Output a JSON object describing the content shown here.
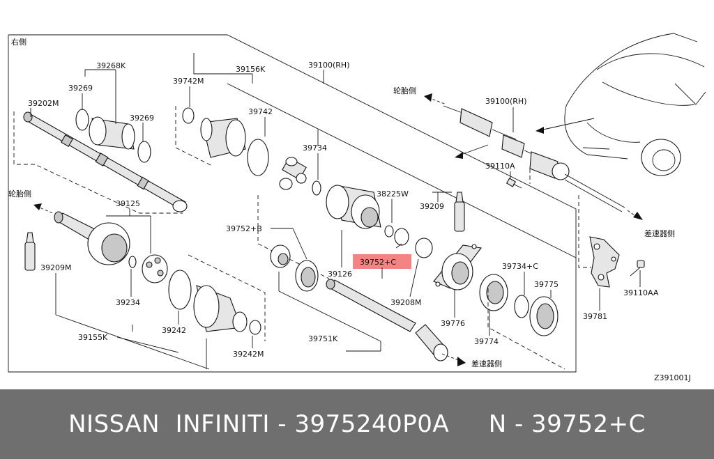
{
  "diagram": {
    "section_label": "右側",
    "code": "Z391001J",
    "direction_labels": {
      "wheel_side_upper": "轮胎侧",
      "wheel_side_left": "轮胎侧",
      "diff_side_right": "差速器侧",
      "diff_side_bottom": "差速器侧"
    },
    "highlight_color": "#f26d6d",
    "parts": {
      "p39100rh": "39100(RH)",
      "p39100rh_car": "39100(RH)",
      "p39156k": "39156K",
      "p39742m": "39742M",
      "p39742": "39742",
      "p39268k": "39268K",
      "p39269a": "39269",
      "p39269b": "39269",
      "p39202m": "39202M",
      "p39734": "39734",
      "p38225w": "38225W",
      "p39209": "39209",
      "p39752b": "39752+B",
      "p39752c": "39752+C",
      "p39126": "39126",
      "p39208m": "39208M",
      "p39776": "39776",
      "p39734c": "39734+C",
      "p39775": "39775",
      "p39774": "39774",
      "p39751k": "39751K",
      "p39125": "39125",
      "p39209m": "39209M",
      "p39234": "39234",
      "p39155k": "39155K",
      "p39242": "39242",
      "p39242m": "39242M",
      "p39110a": "39110A",
      "p39110aa": "39110AA",
      "p39781": "39781"
    }
  },
  "footer": {
    "text": "NISSAN  INFINITI - 3975240P0A     N - 39752+C"
  }
}
